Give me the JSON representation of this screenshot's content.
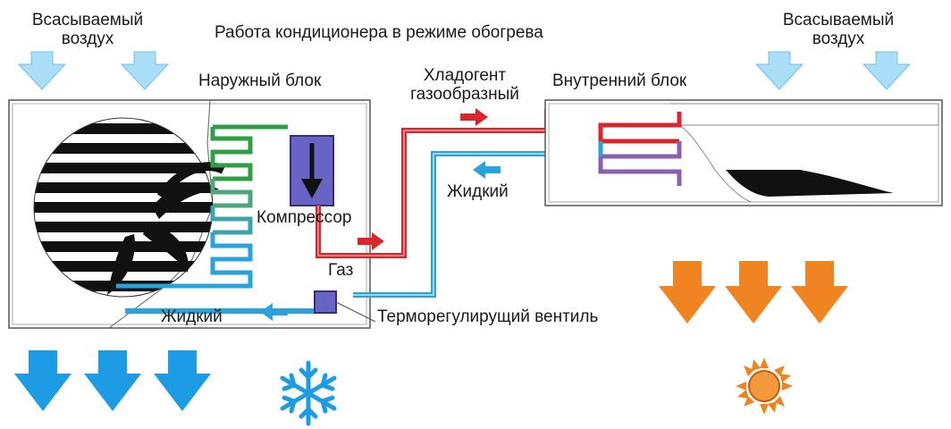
{
  "title": "Работа кондиционера  в режиме обогрева",
  "labels": {
    "intake_left_line1": "Всасываемый",
    "intake_left_line2": "воздух",
    "intake_right_line1": "Всасываемый",
    "intake_right_line2": "воздух",
    "outdoor_unit": "Наружный блок",
    "indoor_unit": "Внутренний блок",
    "refrigerant_gas_line1": "Хладогент",
    "refrigerant_gas_line2": "газообразный",
    "liquid_upper": "Жидкий",
    "compressor": "Компрессор",
    "gas": "Газ",
    "liquid_lower": "Жидкий",
    "thermo_valve": "Терморегулирущий вентиль"
  },
  "icons": {
    "cold": "snowflake-icon",
    "heat": "sun-icon",
    "fan": "fan-icon"
  },
  "colors": {
    "hot_line": "#d8262c",
    "cold_line": "#2aa2dc",
    "intake_arrow": "#a9def6",
    "cold_air_arrow": "#1d9be3",
    "warm_air_arrow": "#f08420",
    "compressor": "#6a63c6",
    "coil_green": "#2f9e45"
  }
}
